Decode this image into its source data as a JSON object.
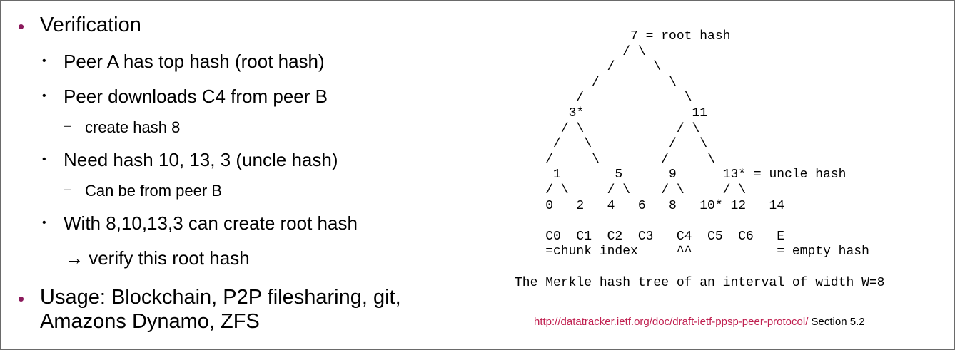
{
  "bullets": [
    {
      "level": 1,
      "text": "Verification"
    },
    {
      "level": 2,
      "text": "Peer A has top hash (root hash)"
    },
    {
      "level": 2,
      "text": "Peer downloads C4 from peer B"
    },
    {
      "level": 3,
      "text": "create hash 8"
    },
    {
      "level": 2,
      "text": "Need hash 10, 13, 3 (uncle hash)"
    },
    {
      "level": 3,
      "text": "Can be from peer B"
    },
    {
      "level": 2,
      "text": "With 8,10,13,3 can create root hash"
    },
    {
      "level": "cont",
      "text": "→ verify this root hash"
    },
    {
      "level": 1,
      "text": "Usage: Blockchain, P2P filesharing, git,"
    },
    {
      "level": "cont1",
      "text": "Amazons Dynamo, ZFS"
    }
  ],
  "bullet_markers": {
    "level1": "•",
    "level2": "•",
    "level3": "–"
  },
  "tree_diagram": {
    "lines": [
      "           7 = root hash",
      "          / \\",
      "        /     \\",
      "      /         \\",
      "    /             \\",
      "   3*              11",
      "  / \\            / \\",
      " /   \\          /   \\",
      "/     \\        /     \\",
      " 1       5      9      13* = uncle hash",
      "/ \\     / \\    / \\     / \\",
      "0   2   4   6   8   10* 12   14",
      "",
      "C0  C1  C2  C3   C4  C5  C6   E",
      "=chunk index     ^^           = empty hash",
      "",
      "The Merkle hash tree of an interval of width W=8"
    ]
  },
  "reference": {
    "link_text": "http://datatracker.ietf.org/doc/draft-ietf-ppsp-peer-protocol/",
    "suffix": " Section 5.2"
  }
}
